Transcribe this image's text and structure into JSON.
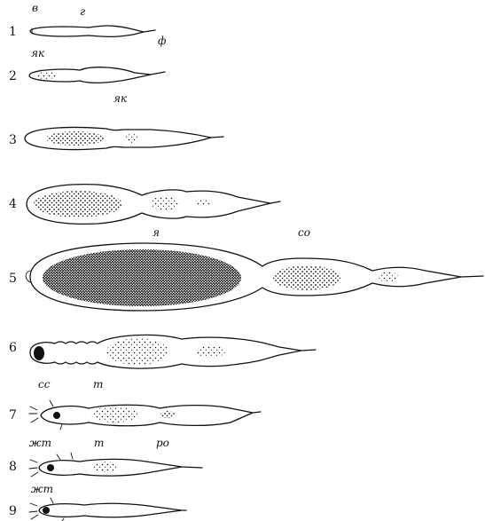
{
  "stages": [
    {
      "number": "1"
    },
    {
      "number": "2"
    },
    {
      "number": "3"
    },
    {
      "number": "4"
    },
    {
      "number": "5"
    },
    {
      "number": "6"
    },
    {
      "number": "7"
    },
    {
      "number": "8"
    },
    {
      "number": "9"
    }
  ],
  "labels": {
    "v": "в",
    "g": "г",
    "f": "ф",
    "yak1": "як",
    "yak2": "як",
    "ya": "я",
    "so": "со",
    "ss": "сс",
    "t1": "т",
    "zht1": "жт",
    "t2": "т",
    "ro": "ро",
    "zht2": "жт"
  },
  "colors": {
    "ink": "#111111",
    "background": "#ffffff"
  }
}
